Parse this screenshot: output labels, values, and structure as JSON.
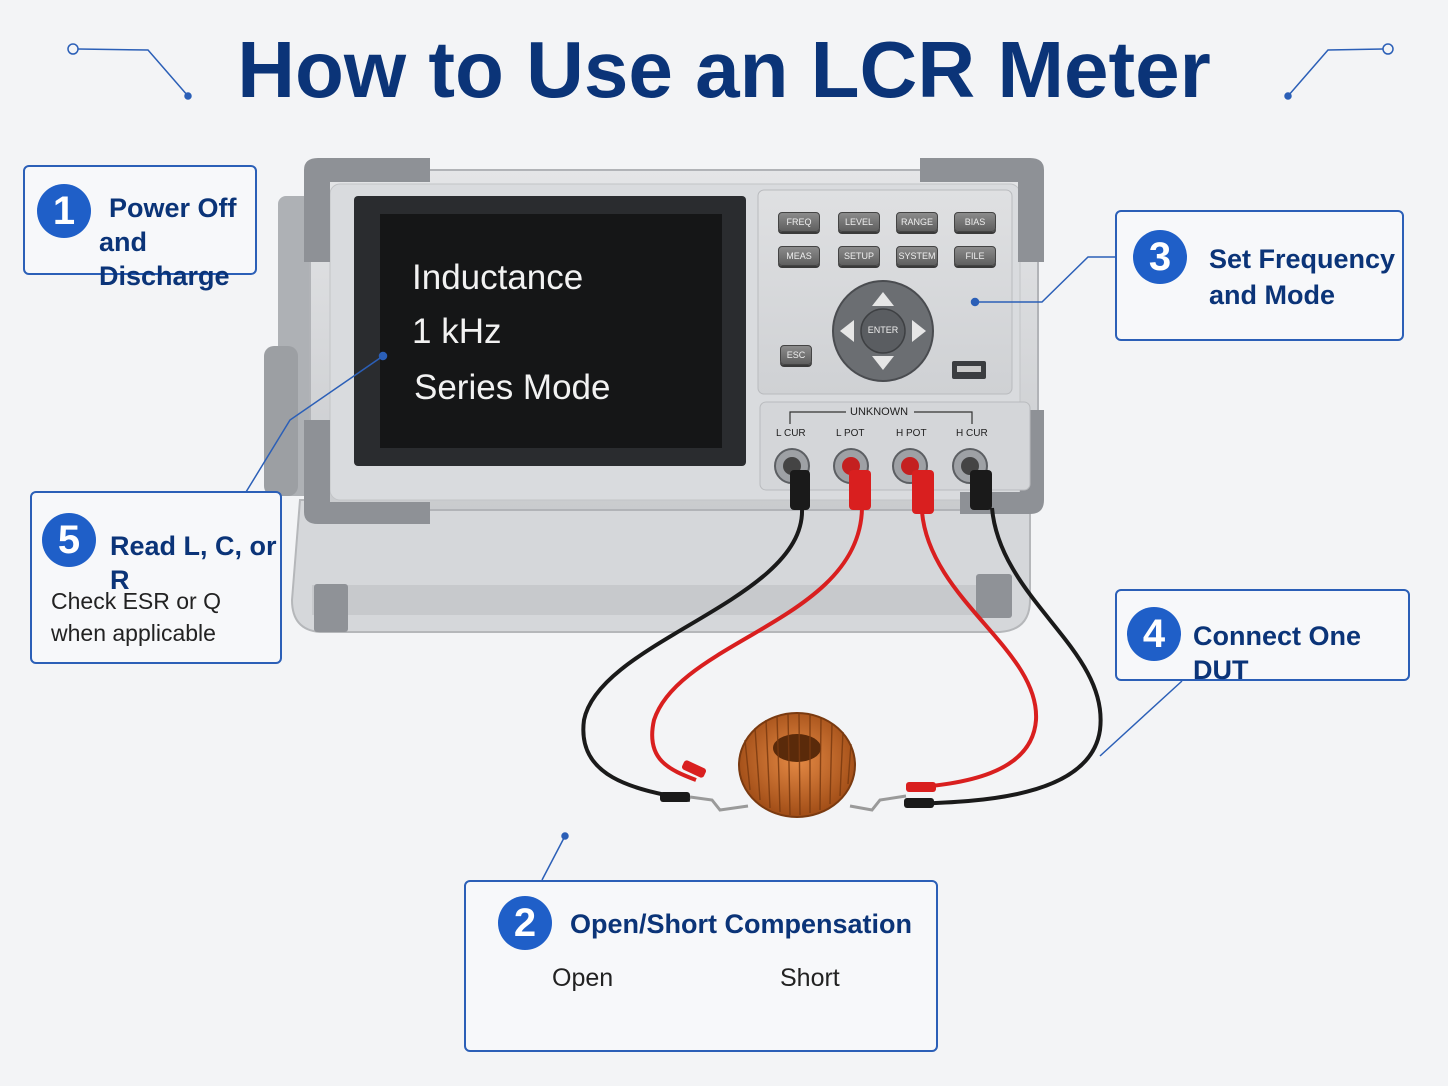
{
  "title": "How to Use an LCR Meter",
  "screen": {
    "line1": "Inductance",
    "line2": "1 kHz",
    "line3": "Series Mode"
  },
  "keys": {
    "freq": "FREQ",
    "level": "LEVEL",
    "range": "RANGE",
    "bias": "BIAS",
    "meas": "MEAS",
    "setup": "SETUP",
    "system": "SYSTEM",
    "file": "FILE",
    "esc": "ESC",
    "enter": "ENTER"
  },
  "terminals": {
    "group": "UNKNOWN",
    "l_cur": "L CUR",
    "l_pot": "L POT",
    "h_pot": "H POT",
    "h_cur": "H CUR"
  },
  "steps": [
    {
      "num": "1",
      "line1": "Power Off",
      "line2": "and Discharge"
    },
    {
      "num": "2",
      "line1": "Open/Short Compensation",
      "open": "Open",
      "short": "Short"
    },
    {
      "num": "3",
      "line1": "Set Frequency",
      "line2": "and Mode"
    },
    {
      "num": "4",
      "line1": "Connect One DUT"
    },
    {
      "num": "5",
      "line1": "Read L, C, or R",
      "sub1": "Check ESR or Q",
      "sub2": "when applicable"
    }
  ],
  "colors": {
    "accent": "#1f5fc8",
    "title": "#0b3478",
    "lead_red": "#d91f1f",
    "lead_black": "#1a1a1a",
    "coil": "#c8611e"
  }
}
